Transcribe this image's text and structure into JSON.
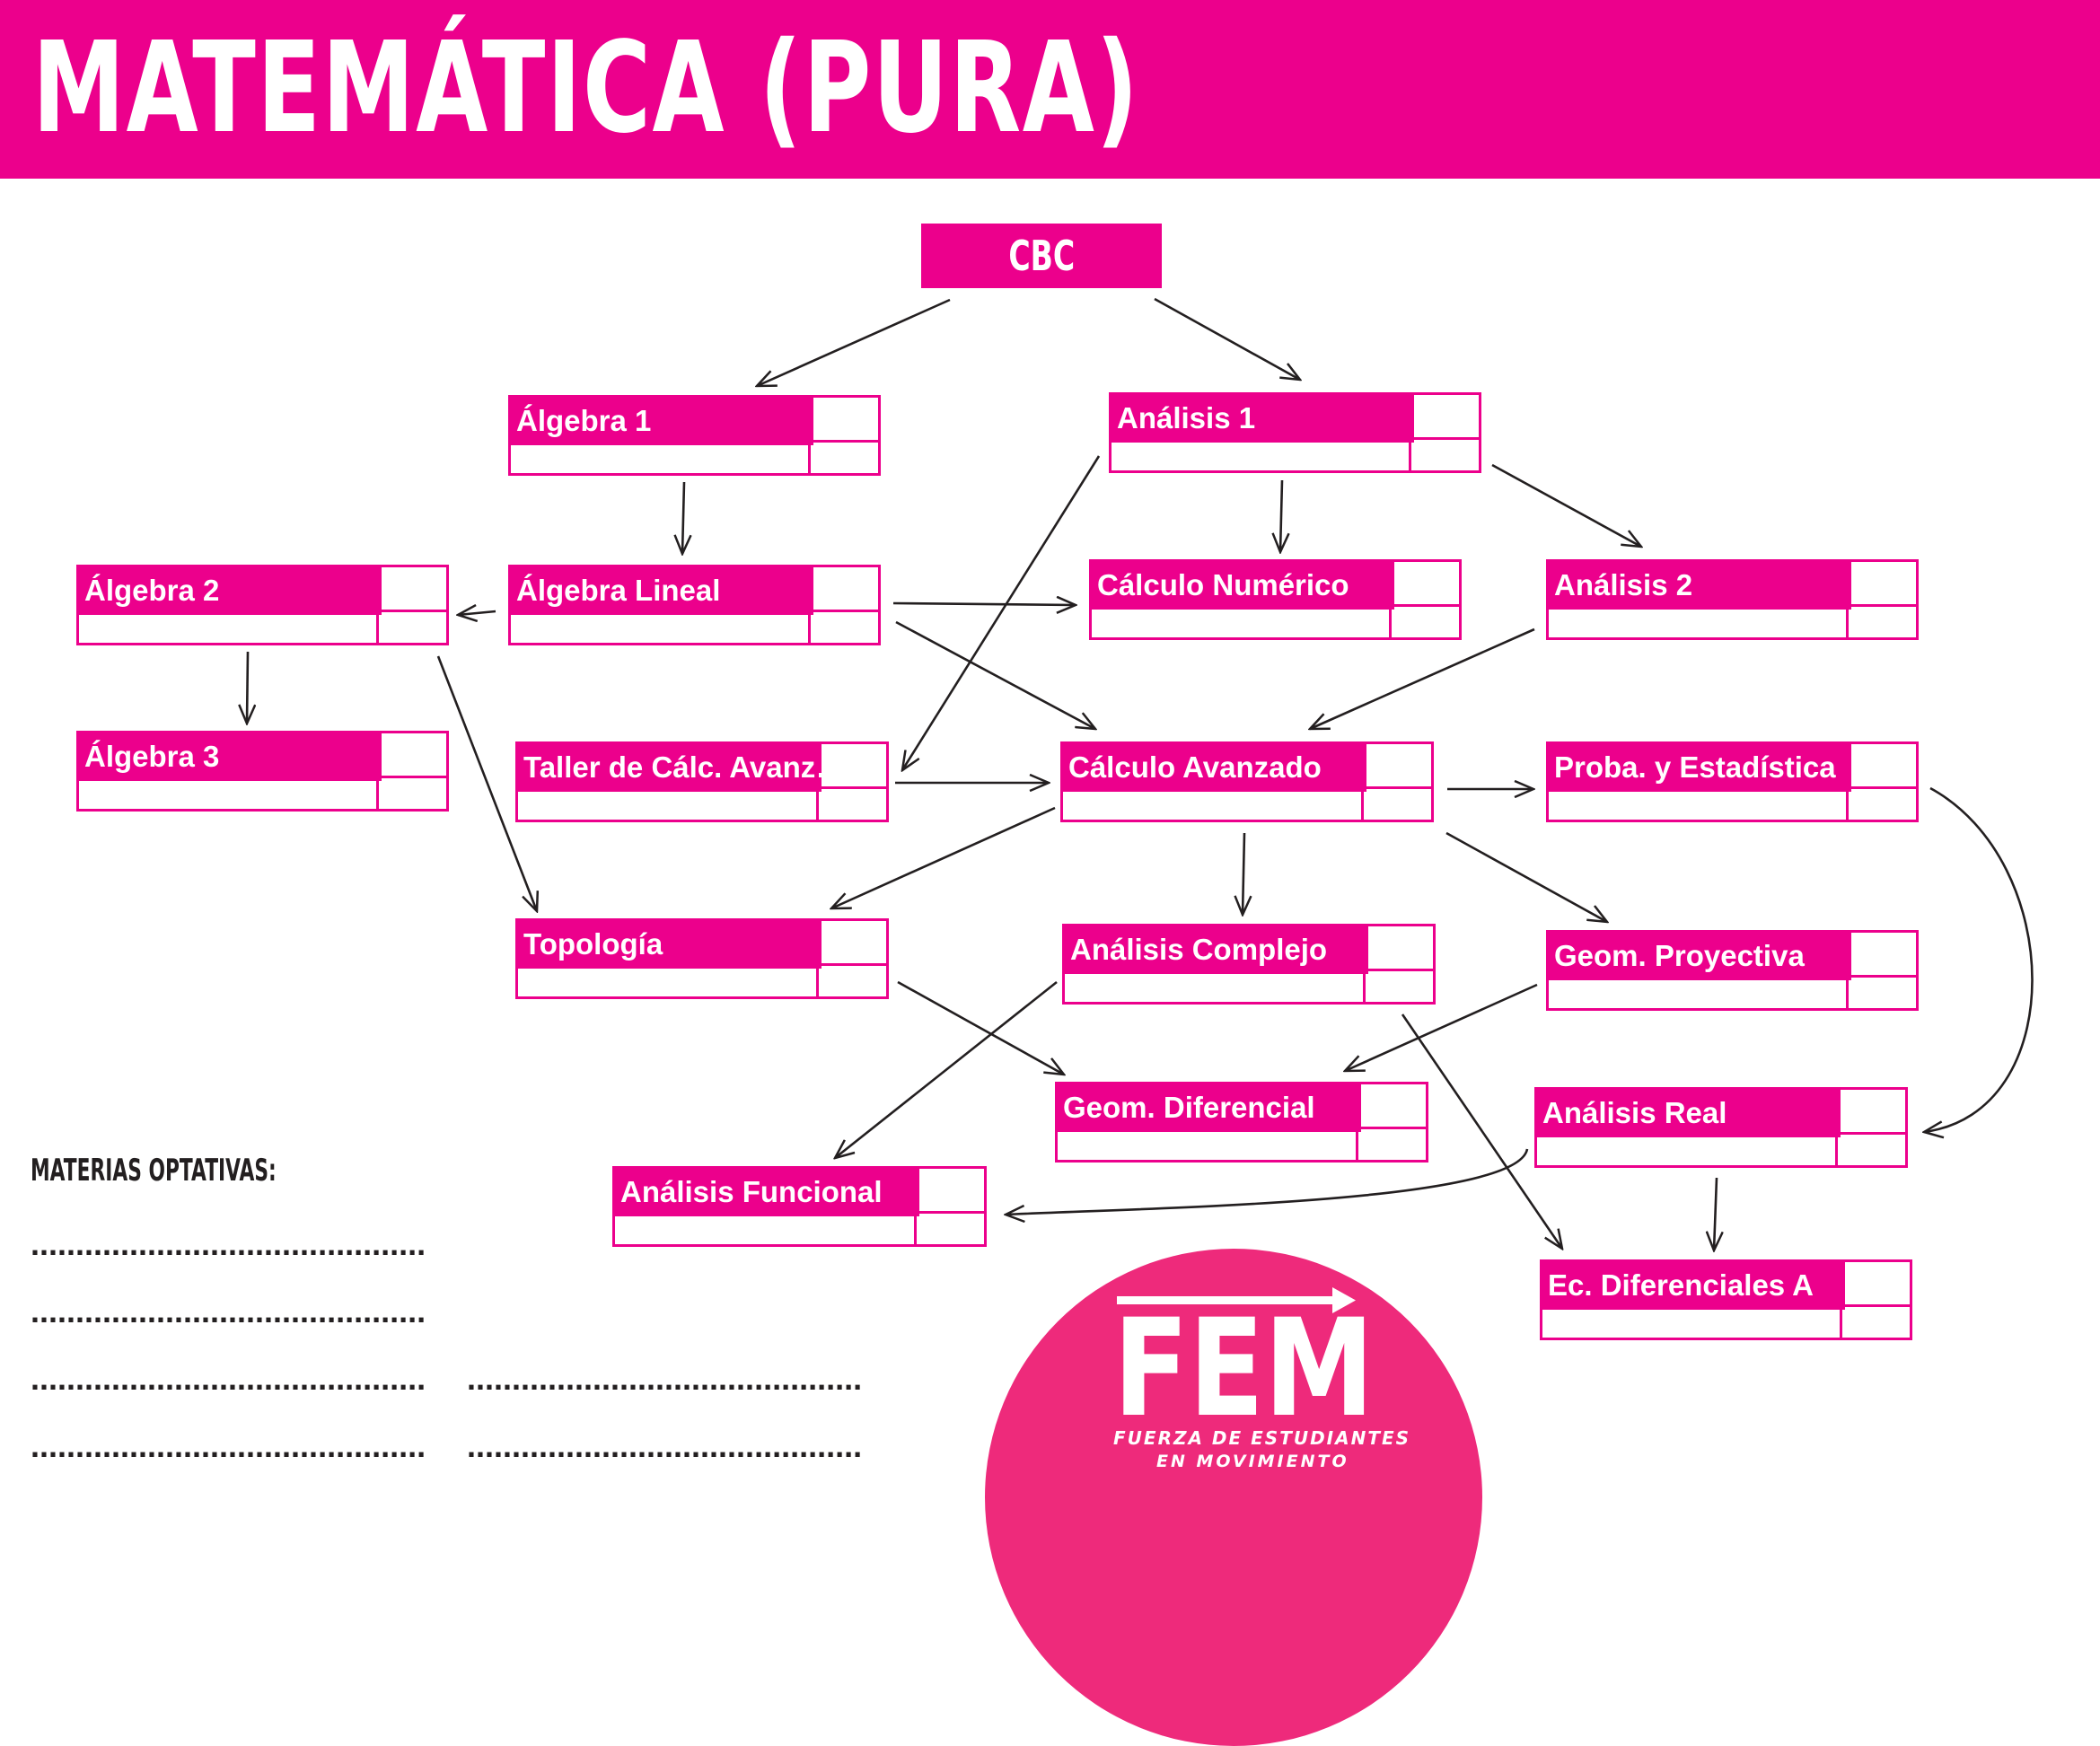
{
  "header": {
    "title": "MATEMÁTICA (PURA)"
  },
  "root": {
    "label": "CBC"
  },
  "courses": {
    "algebra1": "Álgebra 1",
    "analisis1": "Análisis 1",
    "algebra2": "Álgebra 2",
    "algebra_lineal": "Álgebra Lineal",
    "calculo_numerico": "Cálculo Numérico",
    "analisis2": "Análisis 2",
    "algebra3": "Álgebra 3",
    "taller": "Taller de Cálc. Avanz.",
    "calculo_avanzado": "Cálculo Avanzado",
    "proba": "Proba. y Estadística",
    "topologia": "Topología",
    "analisis_complejo": "Análisis Complejo",
    "geom_proyectiva": "Geom. Proyectiva",
    "geom_diferencial": "Geom. Diferencial",
    "analisis_real": "Análisis Real",
    "analisis_funcional": "Análisis Funcional",
    "ec_diferenciales": "Ec. Diferenciales A"
  },
  "optativas": {
    "title": "MATERIAS OPTATIVAS:",
    "line": "............................................"
  },
  "logo": {
    "name": "FEM",
    "line1": "FUERZA DE ESTUDIANTES",
    "line2": "EN MOVIMIENTO"
  },
  "colors": {
    "accent": "#ec008c",
    "logo": "#ee2a7b",
    "ink": "#231f20"
  }
}
